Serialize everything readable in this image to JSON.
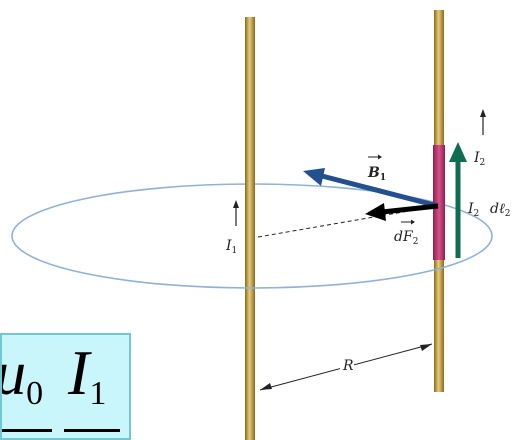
{
  "labels": {
    "i1": "I",
    "i1_sub": "1",
    "i2_top": "I",
    "i2_top_sub": "2",
    "i2_side": "I",
    "i2_side_sub": "2",
    "dl": "dℓ",
    "dl_sub": "2",
    "b1": "B",
    "b1_sub": "1",
    "df2": "dF",
    "df2_sub": "2",
    "r": "R"
  },
  "formula": {
    "mu_char": "μ",
    "mu_sub": "0",
    "i_char": "I",
    "i_sub": "1"
  },
  "colors": {
    "wire": "#c2a24a",
    "segment": "#c53a74",
    "b_arrow": "#23508f",
    "i2_arrow": "#0f6e52",
    "force_arrow": "#000000",
    "loop": "#8fb2d8",
    "formula_bg": "#c9f6fb"
  }
}
